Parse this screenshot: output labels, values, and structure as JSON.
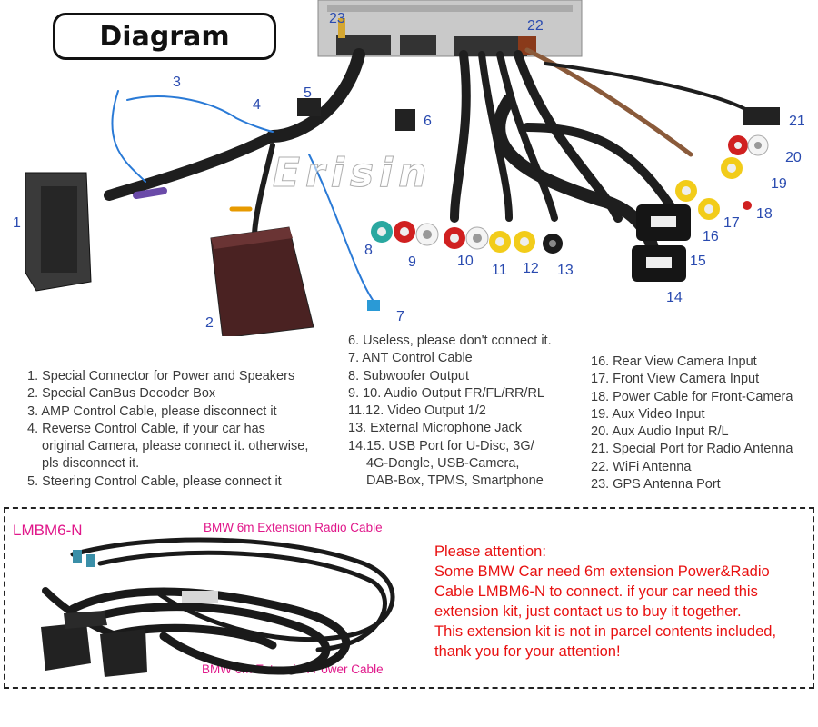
{
  "title": "Diagram",
  "watermark": "Erisin",
  "callouts": [
    "1",
    "2",
    "3",
    "4",
    "5",
    "6",
    "7",
    "8",
    "9",
    "10",
    "11",
    "12",
    "13",
    "14",
    "15",
    "16",
    "17",
    "18",
    "19",
    "20",
    "21",
    "22",
    "23"
  ],
  "legend_left": [
    "1. Special Connector for Power and Speakers",
    "2. Special CanBus Decoder Box",
    "3. AMP Control Cable, please disconnect it",
    "4. Reverse Control Cable, if your car has",
    "original Camera, please connect it. otherwise,",
    "pls disconnect it.",
    "5. Steering Control Cable, please connect it"
  ],
  "legend_middle": [
    "6. Useless, please don't connect it.",
    "7. ANT Control Cable",
    "8. Subwoofer Output",
    "9. 10. Audio Output FR/FL/RR/RL",
    "11.12. Video Output 1/2",
    "13. External Microphone Jack",
    "14.15. USB Port for U-Disc, 3G/",
    "4G-Dongle, USB-Camera,",
    "DAB-Box, TPMS, Smartphone"
  ],
  "legend_right": [
    "16. Rear View Camera Input",
    "17. Front View Camera Input",
    "18. Power Cable for Front-Camera",
    "19. Aux Video Input",
    "20. Aux Audio Input R/L",
    "21. Special Port for Radio Antenna",
    "22. WiFi Antenna",
    "23. GPS Antenna Port"
  ],
  "extension": {
    "model": "LMBM6-N",
    "radio_cable_label": "BMW 6m Extension Radio Cable",
    "power_cable_label": "BMW 6m Extension Power Cable",
    "notice": [
      "Please attention:",
      "Some BMW Car need 6m extension Power&Radio",
      "Cable LMBM6-N to connect. if your car need this",
      "extension kit, just contact us to buy it together.",
      "This extension kit is not in parcel contents included,",
      "thank you for your attention!"
    ]
  },
  "colors": {
    "callout": "#2a4bb0",
    "pink": "#e0178a",
    "red": "#e81010"
  }
}
